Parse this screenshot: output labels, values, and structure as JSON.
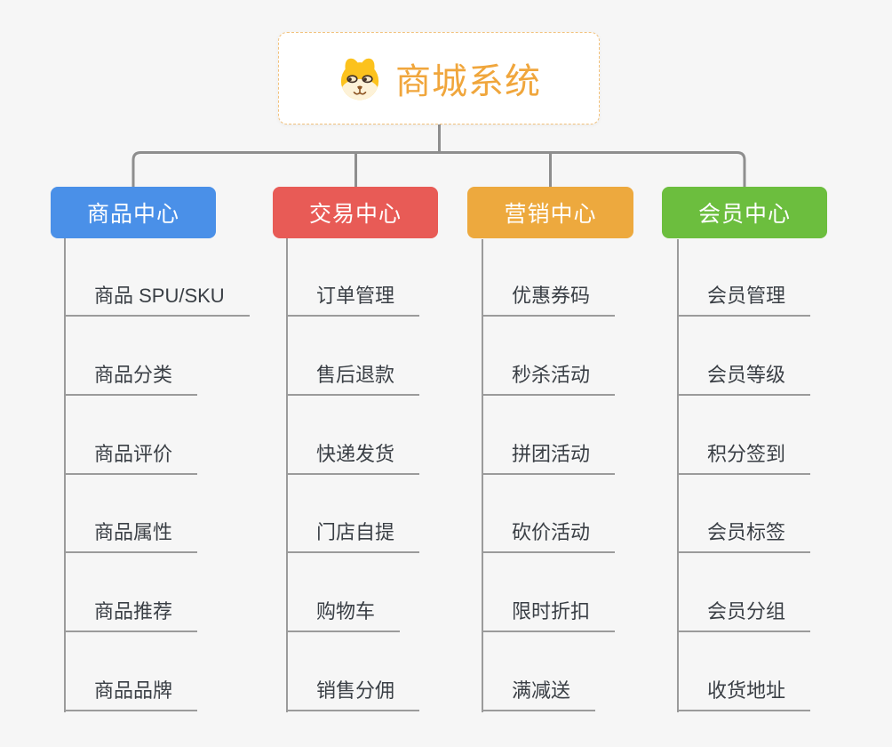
{
  "page": {
    "background_color": "#f6f6f6",
    "connector_color": "#8e8e8e",
    "underline_color": "#9b9b9b"
  },
  "root": {
    "title": "商城系统",
    "icon": "dog-face-icon",
    "title_color": "#f0a63c",
    "border_color": "#f2c27d"
  },
  "branches": [
    {
      "label": "商品中心",
      "color": "#4a90e8",
      "items": [
        "商品 SPU/SKU",
        "商品分类",
        "商品评价",
        "商品属性",
        "商品推荐",
        "商品品牌"
      ]
    },
    {
      "label": "交易中心",
      "color": "#e85b56",
      "items": [
        "订单管理",
        "售后退款",
        "快递发货",
        "门店自提",
        "购物车",
        "销售分佣"
      ]
    },
    {
      "label": "营销中心",
      "color": "#eda93e",
      "items": [
        "优惠券码",
        "秒杀活动",
        "拼团活动",
        "砍价活动",
        "限时折扣",
        "满减送"
      ]
    },
    {
      "label": "会员中心",
      "color": "#6cbe3e",
      "items": [
        "会员管理",
        "会员等级",
        "积分签到",
        "会员标签",
        "会员分组",
        "收货地址"
      ]
    }
  ]
}
